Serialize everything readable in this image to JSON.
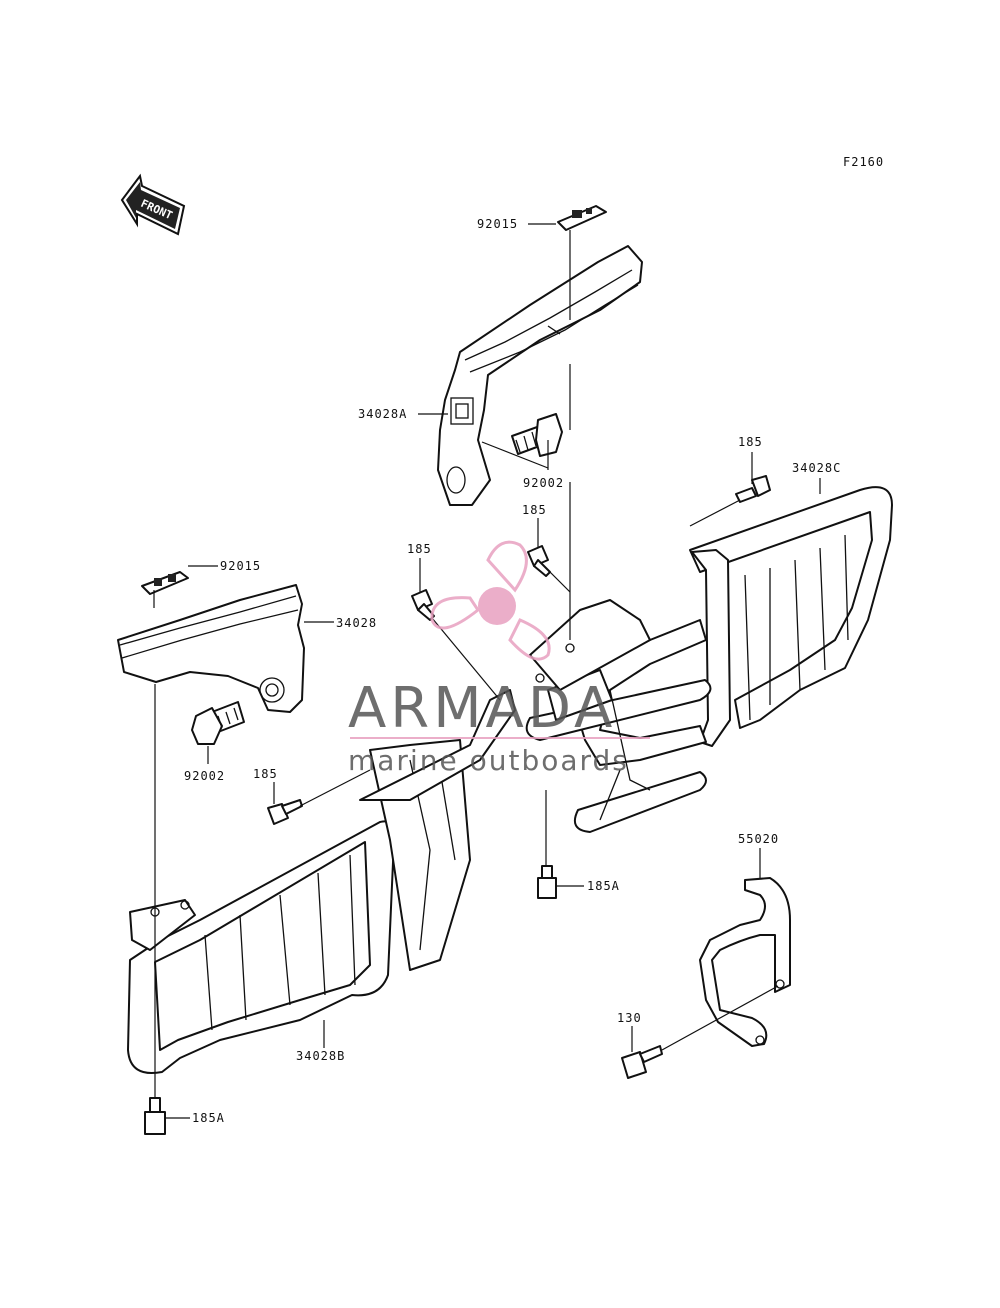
{
  "figure_id": "F2160",
  "front_label": "FRONT",
  "watermark": {
    "brand": "ARMADA",
    "tagline": "marine outboards",
    "accent": "#e8a0c0",
    "text_color": "#555555"
  },
  "callouts": {
    "c_92015_top": "92015",
    "c_34028A": "34028A",
    "c_92002_top": "92002",
    "c_185_a": "185",
    "c_34028C": "34028C",
    "c_185_b": "185",
    "c_185_c": "185",
    "c_92015_left": "92015",
    "c_34028": "34028",
    "c_92002_left": "92002",
    "c_185_d": "185",
    "c_185A_mid": "185A",
    "c_55020": "55020",
    "c_130": "130",
    "c_34028B": "34028B",
    "c_185A_bottom": "185A"
  }
}
